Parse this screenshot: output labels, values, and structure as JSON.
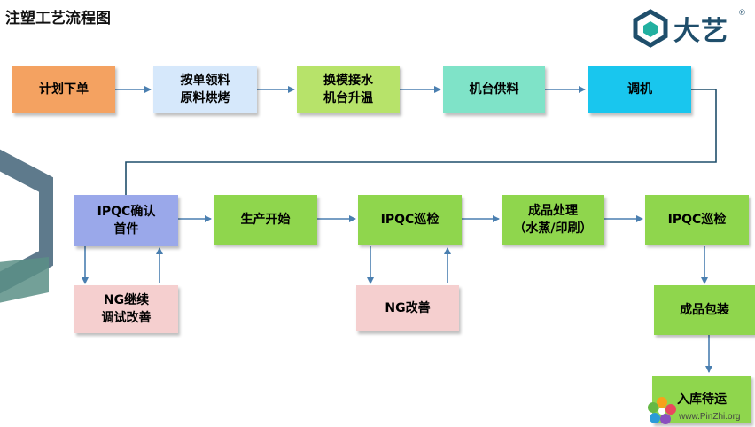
{
  "title": "注塑工艺流程图",
  "logo": {
    "name": "大艺",
    "reg": "®"
  },
  "colors": {
    "orange": "#f4a261",
    "lightblue": "#d6e8fb",
    "lime": "#b7e36a",
    "mint": "#7fe3c8",
    "cyan": "#19c6ee",
    "periwinkle": "#9aa8ea",
    "green": "#8fd64d",
    "pink": "#f5cfcf",
    "arrow": "#4a7fb0",
    "line": "#1f4e6b"
  },
  "nodes": {
    "n1": "计划下单",
    "n2": "按单领料\n原料烘烤",
    "n3": "换模接水\n机台升温",
    "n4": "机台供料",
    "n5": "调机",
    "n6": "IPQC确认\n首件",
    "n7": "生产开始",
    "n8": "IPQC巡检",
    "n9": "成品处理\n（水蒸/印刷）",
    "n10": "IPQC巡检",
    "n11": "NG继续\n调试改善",
    "n12": "NG改善",
    "n13": "成品包装",
    "n14": "入库待运"
  },
  "watermark": {
    "text": "www.PinZhi.org",
    "icon": "flower-logo-icon"
  }
}
